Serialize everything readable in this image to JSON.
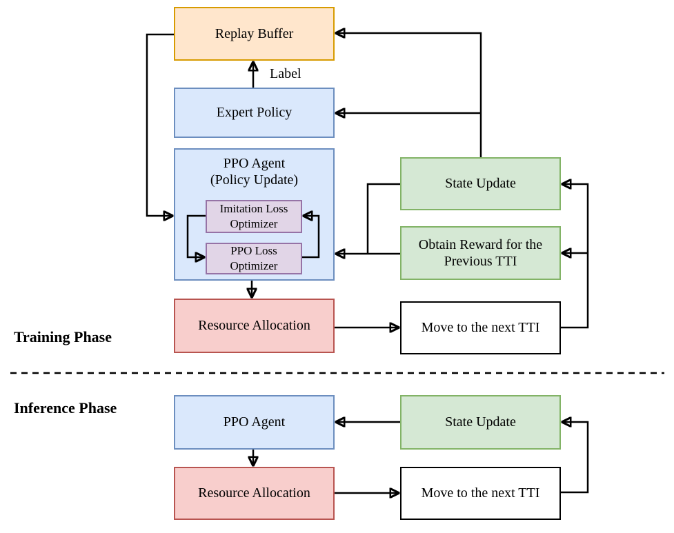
{
  "palette": {
    "orange_fill": "#FFE6CC",
    "orange_border": "#D79B00",
    "blue_fill": "#DAE8FC",
    "blue_border": "#6C8EBF",
    "green_fill": "#D5E8D4",
    "green_border": "#82B366",
    "red_fill": "#F8CECC",
    "red_border": "#B85450",
    "purple_fill": "#E1D5E7",
    "purple_border": "#9673A6",
    "line_color": "#000000",
    "background": "#FFFFFF"
  },
  "training": {
    "phase_label": "Training Phase",
    "replay_buffer": {
      "label": "Replay Buffer"
    },
    "label_annotation": "Label",
    "expert_policy": {
      "label": "Expert Policy"
    },
    "ppo_agent": {
      "line1": "PPO Agent",
      "line2": "(Policy Update)"
    },
    "imitation_loss_optimizer": {
      "line1": "Imitation Loss",
      "line2": "Optimizer"
    },
    "ppo_loss_optimizer": {
      "line1": "PPO Loss",
      "line2": "Optimizer"
    },
    "state_update": {
      "label": "State Update"
    },
    "obtain_reward": {
      "line1": "Obtain Reward for the",
      "line2": "Previous TTI"
    },
    "resource_allocation": {
      "label": "Resource Allocation"
    },
    "move_next_tti": {
      "label": "Move to the next TTI"
    }
  },
  "inference": {
    "phase_label": "Inference Phase",
    "ppo_agent": {
      "label": "PPO Agent"
    },
    "state_update": {
      "label": "State Update"
    },
    "resource_allocation": {
      "label": "Resource Allocation"
    },
    "move_next_tti": {
      "label": "Move to the next TTI"
    }
  }
}
